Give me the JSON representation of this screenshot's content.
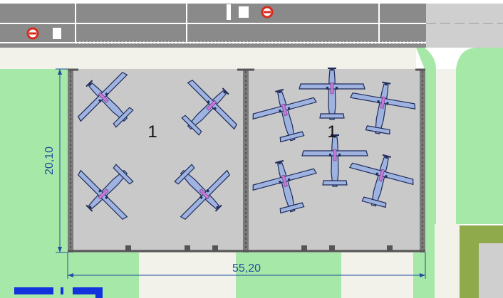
{
  "drawing": {
    "colors": {
      "road": "#8a8a8a",
      "road_light": "#d0d0d0",
      "lane_marking": "#ffffff",
      "grass": "#a6e8a8",
      "pavement": "#f2f2ea",
      "hangar_floor": "#c9c9c9",
      "hangar_wall": "#7a7a7a",
      "dimension_line": "#1f4e9e",
      "aircraft_fill": "#9fb3e0",
      "aircraft_stroke": "#1d2a5a",
      "aircraft_accent": "#c77ad6",
      "olive_block": "#8faa4a",
      "blue_marking": "#1033dd"
    },
    "hangar": {
      "width_label": "55,20",
      "depth_label": "20,10",
      "bays": [
        {
          "label": "1",
          "aircraft_count": 4
        },
        {
          "label": "1",
          "aircraft_count": 6
        }
      ]
    },
    "road_signs": [
      {
        "name": "no-entry-sign-top"
      },
      {
        "name": "no-entry-sign-left"
      }
    ]
  }
}
